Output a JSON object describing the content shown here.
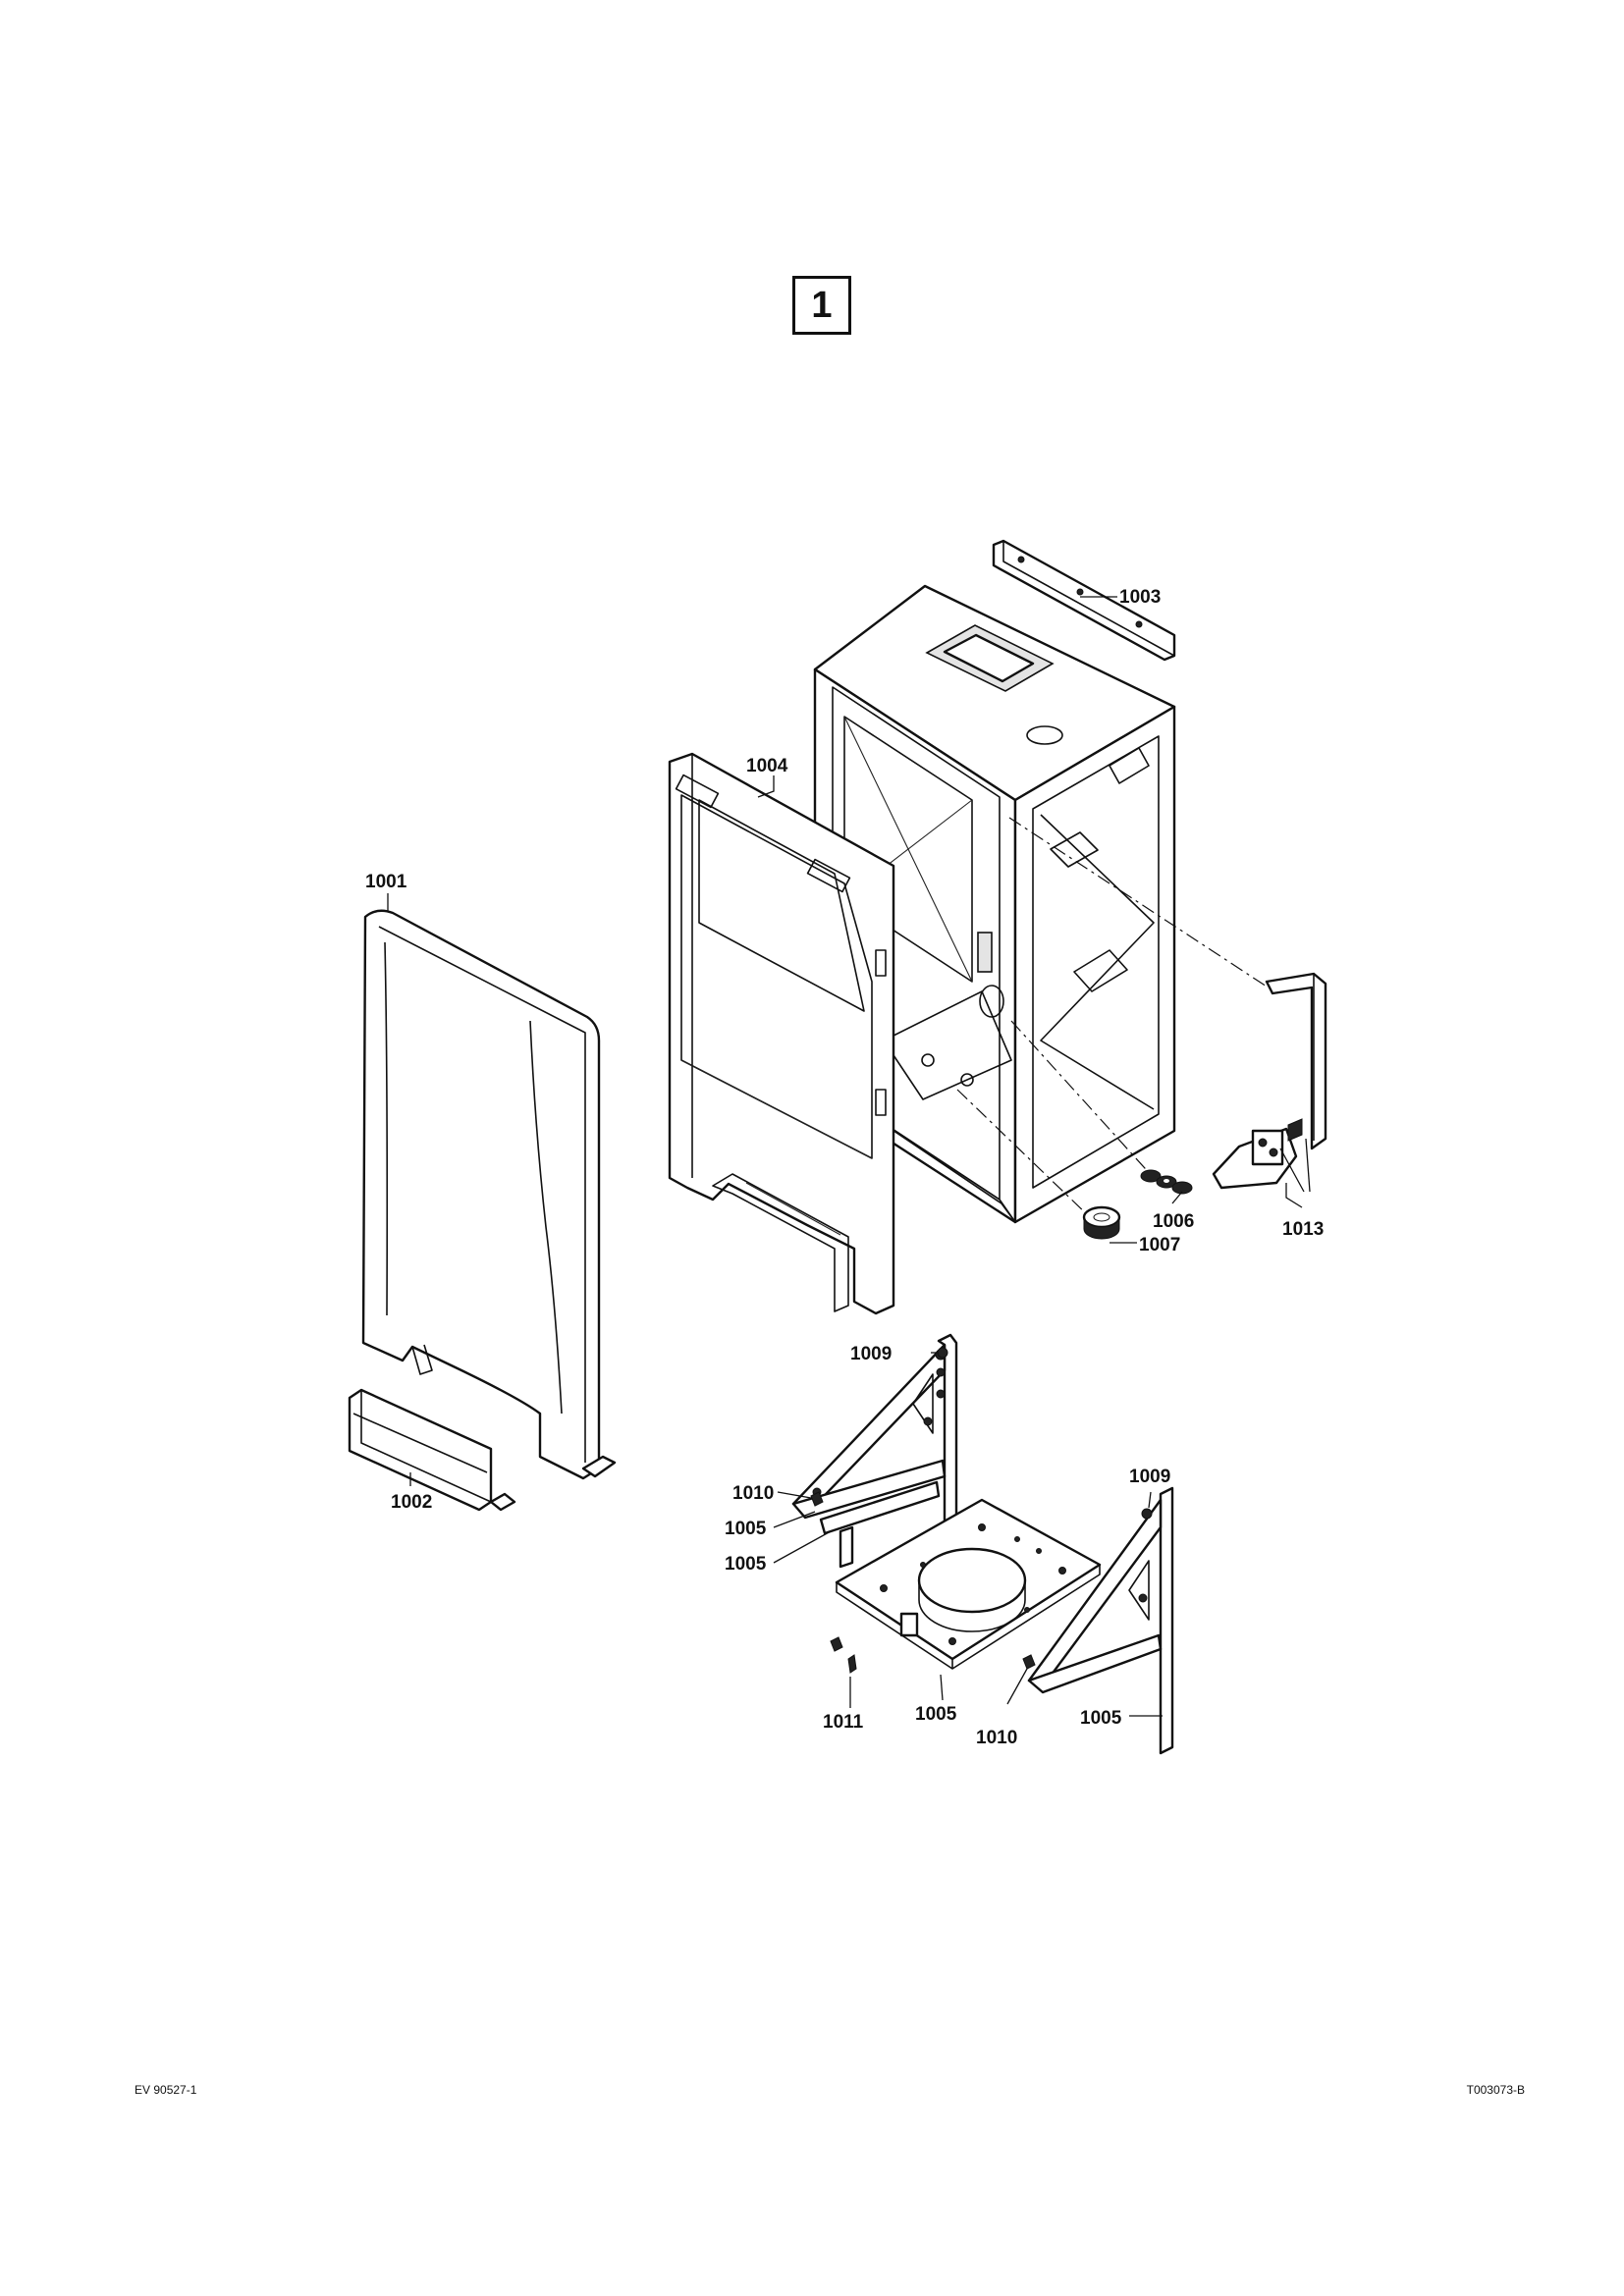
{
  "figure": {
    "number": "1"
  },
  "footer": {
    "left": "EV 90527-1",
    "right": "T003073-B"
  },
  "callouts": {
    "c1001": "1001",
    "c1002": "1002",
    "c1003": "1003",
    "c1004": "1004",
    "c1005a": "1005",
    "c1005b": "1005",
    "c1005c": "1005",
    "c1005d": "1005",
    "c1006": "1006",
    "c1007": "1007",
    "c1009a": "1009",
    "c1009b": "1009",
    "c1010a": "1010",
    "c1010b": "1010",
    "c1011": "1011",
    "c1013": "1013"
  }
}
